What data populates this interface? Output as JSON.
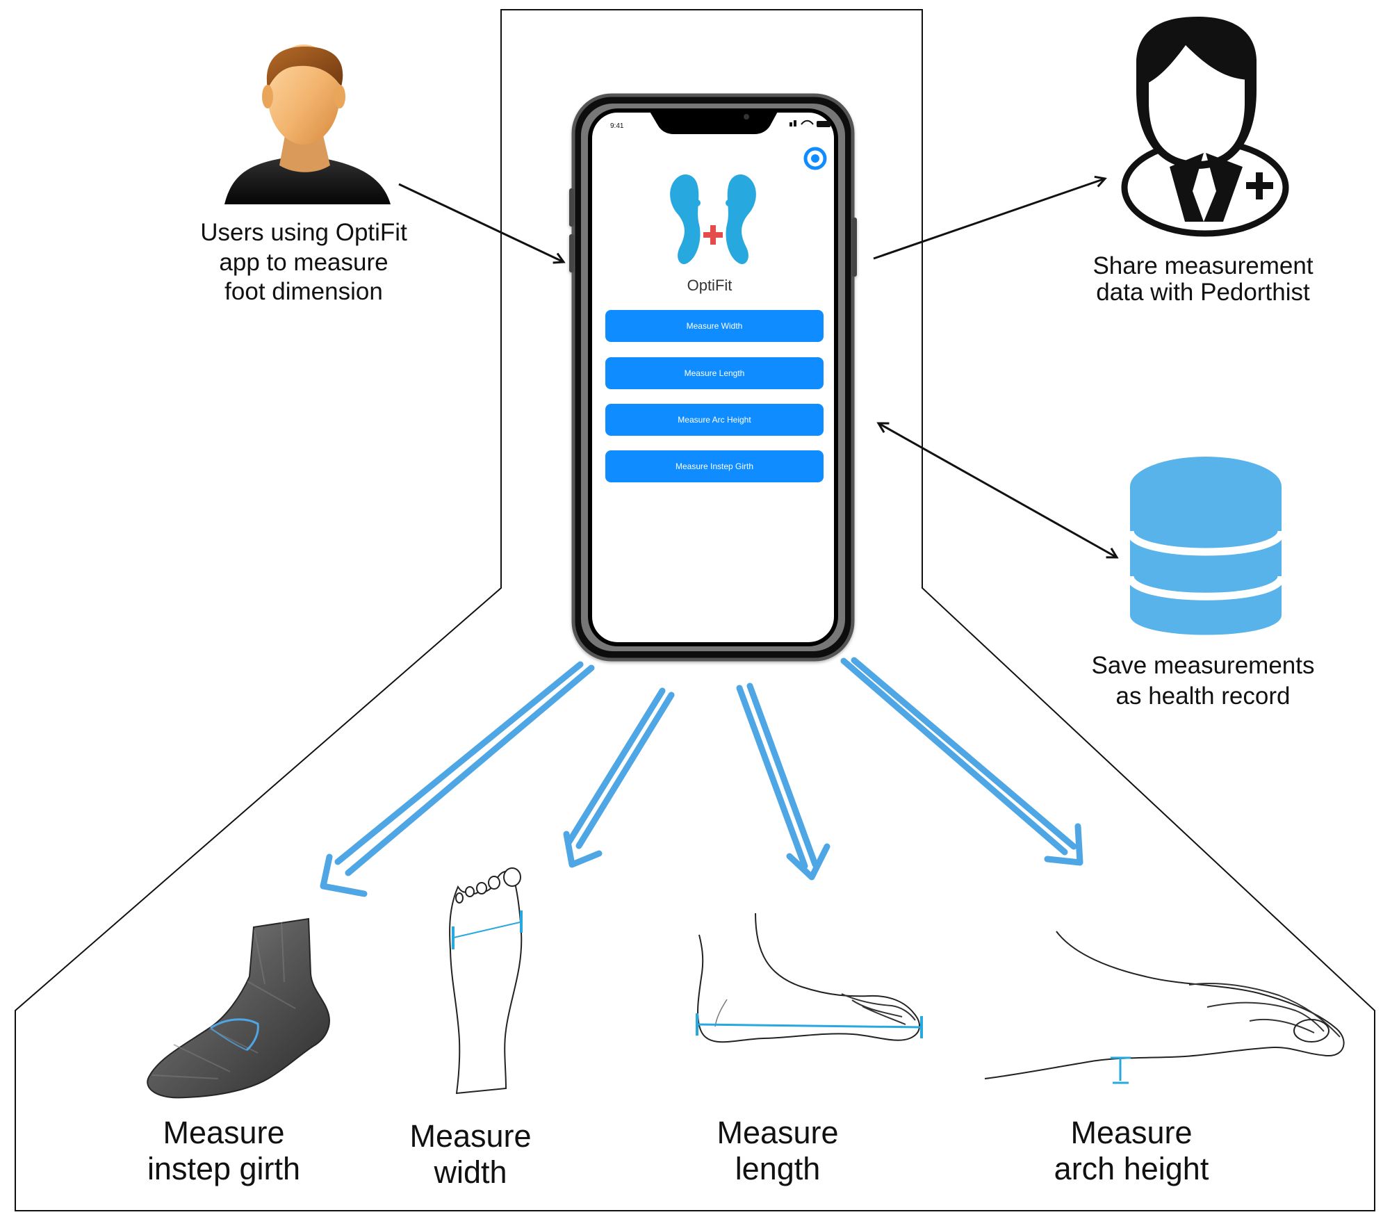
{
  "captions": {
    "user": [
      "Users using OptiFit",
      "app to measure",
      "foot dimension"
    ],
    "share": [
      "Share measurement",
      "data with Pedorthist"
    ],
    "save": [
      "Save measurements",
      "as health record"
    ]
  },
  "phone": {
    "status_time": "9:41",
    "app_name": "OptiFit",
    "buttons": [
      "Measure Width",
      "Measure Length",
      "Measure Arc Height",
      "Measure Instep Girth"
    ]
  },
  "measurements": {
    "instep": [
      "Measure",
      "instep girth"
    ],
    "width": [
      "Measure",
      "width"
    ],
    "length": [
      "Measure",
      "length"
    ],
    "arch": [
      "Measure",
      "arch height"
    ]
  },
  "colors": {
    "button_blue": "#0f8cff",
    "arrow_blue": "#4ea6e5",
    "database_blue": "#58b3ea",
    "foot_blue": "#27a8df",
    "cross_red": "#e54b4b"
  }
}
